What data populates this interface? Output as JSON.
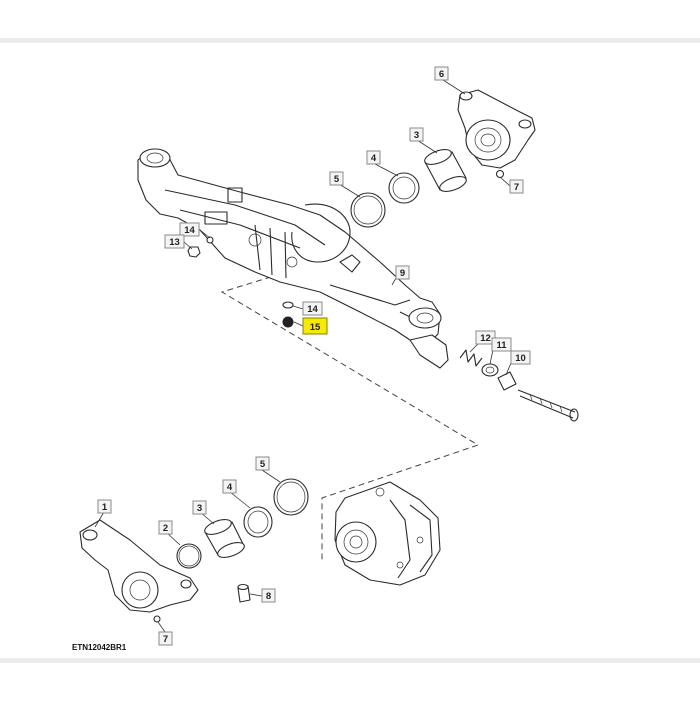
{
  "figure": {
    "id_label": "ETN12042BR1",
    "highlighted_callout": "15",
    "highlight_color": "#f6ea00"
  },
  "callouts": [
    {
      "key": "c6_top",
      "label": "6"
    },
    {
      "key": "c3_top",
      "label": "3"
    },
    {
      "key": "c4_top",
      "label": "4"
    },
    {
      "key": "c5_top",
      "label": "5"
    },
    {
      "key": "c7_top",
      "label": "7"
    },
    {
      "key": "c14_a",
      "label": "14"
    },
    {
      "key": "c13",
      "label": "13"
    },
    {
      "key": "c9",
      "label": "9"
    },
    {
      "key": "c14_b",
      "label": "14"
    },
    {
      "key": "c15",
      "label": "15"
    },
    {
      "key": "c12",
      "label": "12"
    },
    {
      "key": "c11",
      "label": "11"
    },
    {
      "key": "c10",
      "label": "10"
    },
    {
      "key": "c5_bot",
      "label": "5"
    },
    {
      "key": "c4_bot",
      "label": "4"
    },
    {
      "key": "c3_bot",
      "label": "3"
    },
    {
      "key": "c2",
      "label": "2"
    },
    {
      "key": "c1",
      "label": "1"
    },
    {
      "key": "c8",
      "label": "8"
    },
    {
      "key": "c7_bot",
      "label": "7"
    }
  ]
}
